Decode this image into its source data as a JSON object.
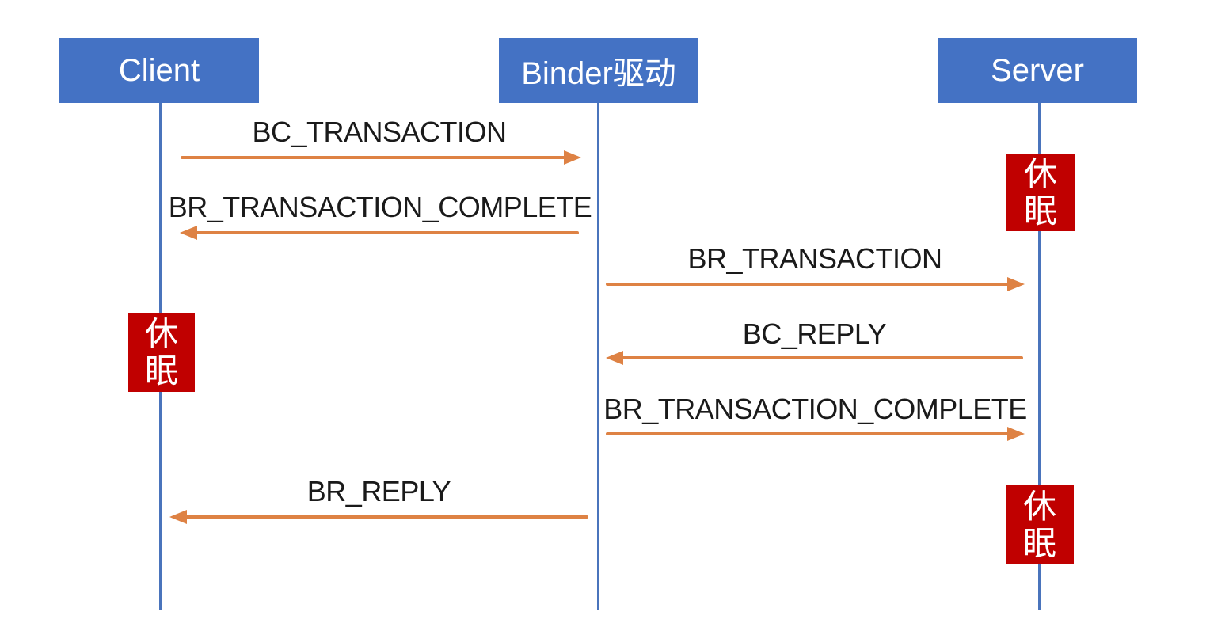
{
  "lifelines": [
    {
      "label": "Client"
    },
    {
      "label": "Binder驱动"
    },
    {
      "label": "Server"
    }
  ],
  "messages": [
    {
      "label": "BC_TRANSACTION",
      "from": "Client",
      "to": "Binder驱动",
      "direction": "right"
    },
    {
      "label": "BR_TRANSACTION_COMPLETE",
      "from": "Binder驱动",
      "to": "Client",
      "direction": "left"
    },
    {
      "label": "BR_TRANSACTION",
      "from": "Binder驱动",
      "to": "Server",
      "direction": "right"
    },
    {
      "label": "BC_REPLY",
      "from": "Server",
      "to": "Binder驱动",
      "direction": "left"
    },
    {
      "label": "BR_TRANSACTION_COMPLETE",
      "from": "Binder驱动",
      "to": "Server",
      "direction": "right"
    },
    {
      "label": "BR_REPLY",
      "from": "Binder驱动",
      "to": "Client",
      "direction": "left"
    }
  ],
  "sleep_markers": [
    {
      "label": "休眠",
      "lifeline": "Server",
      "position": "top"
    },
    {
      "label": "休眠",
      "lifeline": "Client",
      "position": "middle"
    },
    {
      "label": "休眠",
      "lifeline": "Server",
      "position": "bottom"
    }
  ],
  "colors": {
    "header_fill": "#4472C4",
    "header_text": "#FFFFFF",
    "lifeline": "#4A74BC",
    "arrow": "#DE8244",
    "sleep_fill": "#C00000",
    "sleep_text": "#FFFFFF",
    "message_text": "#1A1A1A",
    "background": "#FFFFFF"
  }
}
